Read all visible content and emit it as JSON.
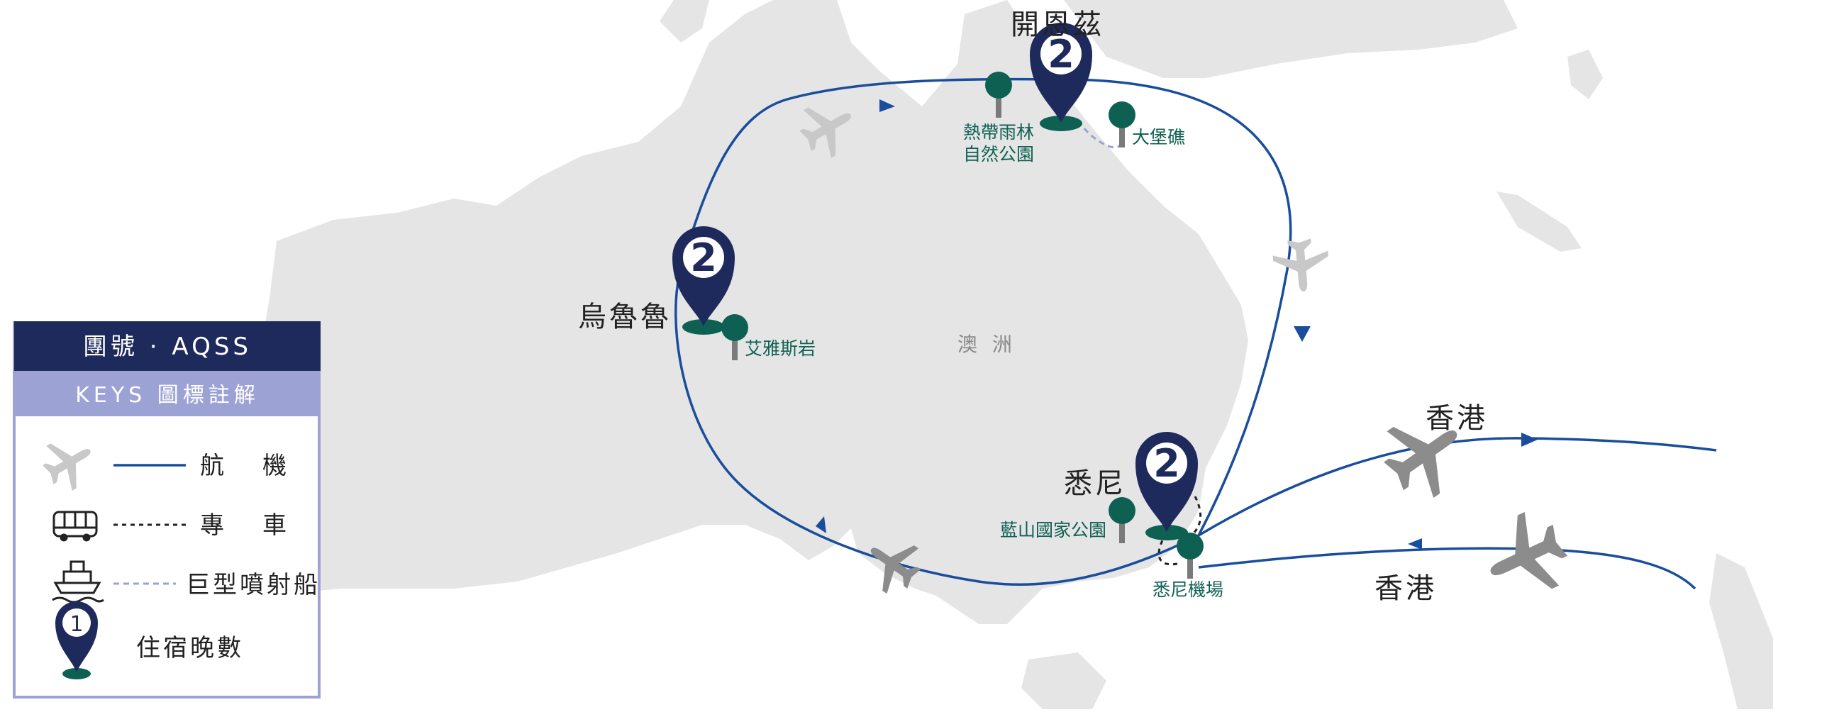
{
  "region_label": "澳 洲",
  "colors": {
    "land": "#e5e5e5",
    "route": "#1a4d9c",
    "pin": "#1f2a5c",
    "poi": "#0e6152",
    "legend_header": "#1f2a5c",
    "legend_subheader": "#9da2d5",
    "ferry_line": "#9da2d5"
  },
  "cities": {
    "cairns": "開恩茲",
    "uluru": "烏魯魯",
    "sydney": "悉尼",
    "hk_out": "香港",
    "hk_in": "香港"
  },
  "nights": {
    "cairns": "2",
    "uluru": "2",
    "sydney": "2"
  },
  "pois": {
    "rainforest_line1": "熱帶雨林",
    "rainforest_line2": "自然公園",
    "barrier_reef": "大堡礁",
    "ayers_rock": "艾雅斯岩",
    "blue_mountains": "藍山國家公園",
    "sydney_airport": "悉尼機場"
  },
  "legend": {
    "title": "團號 · AQSS",
    "subtitle": "KEYS 圖標註解",
    "items": [
      {
        "icon": "airplane-icon",
        "line": "solid",
        "label_left": "航",
        "label_right": "機"
      },
      {
        "icon": "bus-icon",
        "line": "dotted",
        "label_left": "專",
        "label_right": "車"
      },
      {
        "icon": "cruise-ship-icon",
        "line": "dashed",
        "label": "巨型噴射船"
      },
      {
        "icon": "location-pin-icon",
        "pin_number": "1",
        "label": "住宿晚數"
      }
    ]
  }
}
